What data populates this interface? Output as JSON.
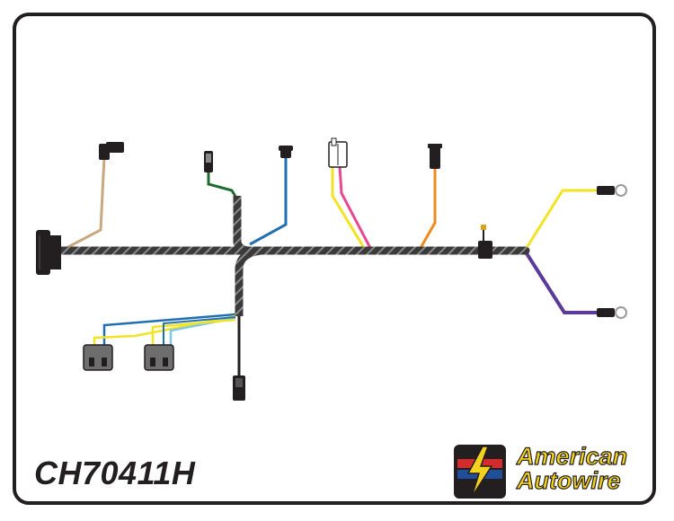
{
  "diagram": {
    "part_number": "CH70411H",
    "colors": {
      "harness": "#3a3a3a",
      "harness_stripe": "#8a8a8a",
      "tan": "#c9a880",
      "green": "#1e6b2f",
      "blue": "#1f6fb2",
      "yellow": "#f2e324",
      "pink": "#e8488f",
      "orange": "#ef8a1e",
      "purple": "#5b3a9a",
      "light_blue": "#7fc8e8",
      "black": "#231f20"
    },
    "icons": [
      "bulkhead-connector",
      "elbow-connector",
      "bullet-connector",
      "grommet-connector",
      "terminal-block-connector",
      "barrel-connector",
      "flag-terminal",
      "ring-terminal",
      "spade-connector"
    ]
  },
  "brand": {
    "line1": "American",
    "line2": "Autowire",
    "logo_colors": [
      "#d62b2b",
      "#1f4f9a",
      "#f3d11f",
      "#231f20"
    ]
  }
}
